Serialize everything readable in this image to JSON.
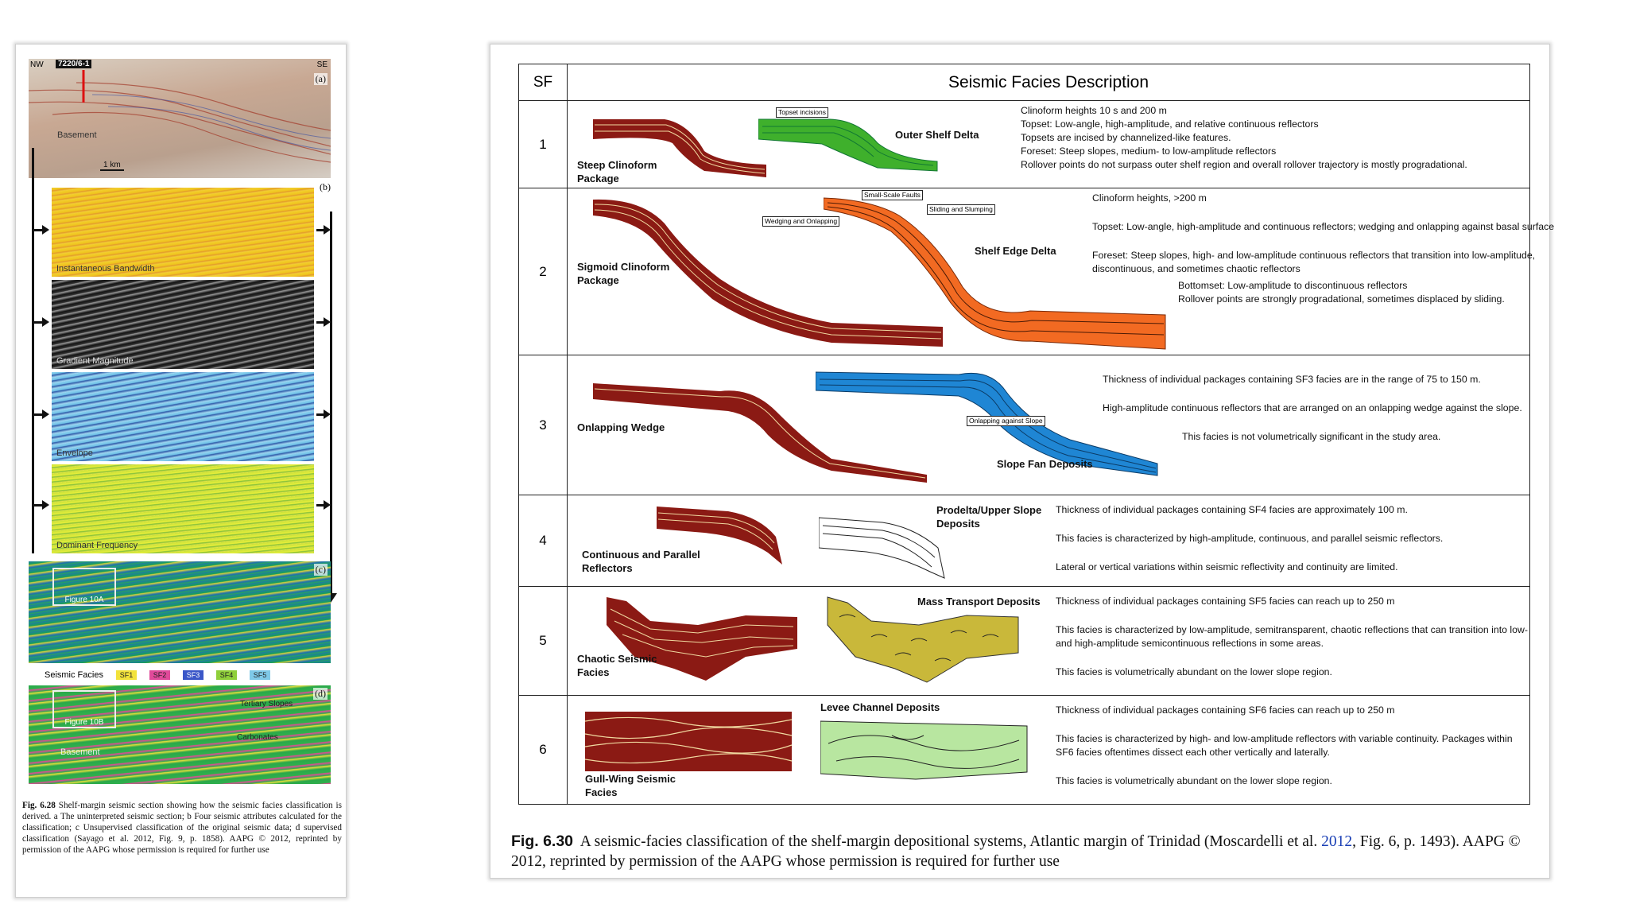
{
  "left_figure": {
    "well_label": "7220/6-1",
    "nw": "NW",
    "se": "SE",
    "panel_a": "(a)",
    "panel_b": "(b)",
    "panel_c": "(c)",
    "panel_d": "(d)",
    "basement": "Basement",
    "scale": "1 km",
    "attributes": [
      "Instantaneous Bandwidth",
      "Gradient Magnitude",
      "Envelope",
      "Dominant Frequency"
    ],
    "figure_10a": "Figure 10A",
    "figure_10b": "Figure 10B",
    "seismic_facies_label": "Seismic Facies",
    "facies_chips": [
      "SF1",
      "SF2",
      "SF3",
      "SF4",
      "SF5"
    ],
    "facies_colors": [
      "#f2e23a",
      "#e04a9a",
      "#3b57c8",
      "#8fcf3a",
      "#7fc9e8"
    ],
    "tertiary_slopes": "Tertiary Slopes",
    "carbonates": "Carbonates",
    "basement_d": "Basement",
    "caption_label": "Fig. 6.28",
    "caption_text": "Shelf-margin seismic section showing how the seismic facies classification is derived. a The uninterpreted seismic section; b Four seismic attributes calculated for the classification; c Unsupervised classification of the original seismic data; d supervised classification (Sayago et al. 2012, Fig. 9, p. 1858). AAPG © 2012, reprinted by permission of the AAPG whose permission is required for further use"
  },
  "right_figure": {
    "header_sf": "SF",
    "header_desc": "Seismic Facies Description",
    "rows": [
      {
        "num": "1",
        "left_name": "Steep Clinoform\nPackage",
        "right_name": "Outer Shelf Delta",
        "callouts": [
          "Topset incisions"
        ],
        "desc": [
          "Clinoform heights 10 s and 200 m",
          "Topset: Low-angle, high-amplitude, and relative continuous reflectors",
          "Topsets are incised by channelized-like features.",
          "Foreset: Steep slopes, medium- to low-amplitude reflectors",
          "Rollover points do not surpass outer shelf region and overall rollover trajectory is mostly progradational."
        ]
      },
      {
        "num": "2",
        "left_name": "Sigmoid Clinoform\nPackage",
        "right_name": "Shelf Edge Delta",
        "callouts": [
          "Small-Scale Faults",
          "Wedging and Onlapping",
          "Sliding and Slumping"
        ],
        "desc": [
          "Clinoform heights, >200 m",
          "Topset: Low-angle, high-amplitude and continuous reflectors; wedging and onlapping against basal surface",
          "Foreset: Steep slopes, high- and low-amplitude continuous reflectors that transition into low-amplitude, discontinuous, and sometimes chaotic reflectors",
          "Bottomset: Low-amplitude to discontinuous reflectors\nRollover points are strongly progradational, sometimes displaced by sliding."
        ]
      },
      {
        "num": "3",
        "left_name": "Onlapping Wedge",
        "right_name": "Slope Fan Deposits",
        "callouts": [
          "Onlapping against Slope"
        ],
        "desc": [
          "Thickness of individual packages containing SF3 facies are in the range of 75 to 150 m.",
          "High-amplitude continuous reflectors that are arranged on an onlapping wedge against the slope.",
          "This facies is not volumetrically significant in the study area."
        ]
      },
      {
        "num": "4",
        "left_name": "Continuous and Parallel\nReflectors",
        "right_name": "Prodelta/Upper Slope\nDeposits",
        "callouts": [],
        "desc": [
          "Thickness of individual packages containing SF4 facies are approximately 100 m.",
          "This facies is characterized by high-amplitude, continuous, and parallel seismic reflectors.",
          "Lateral or vertical variations within seismic reflectivity and continuity are limited."
        ]
      },
      {
        "num": "5",
        "left_name": "Chaotic Seismic\nFacies",
        "right_name": "Mass Transport Deposits",
        "callouts": [],
        "desc": [
          "Thickness of individual packages containing SF5 facies can reach up to 250 m",
          "This facies is characterized by low-amplitude, semitransparent, chaotic reflections that can transition into low- and high-amplitude semicontinuous reflections in some areas.",
          "This facies is volumetrically abundant on the lower slope region."
        ]
      },
      {
        "num": "6",
        "left_name": "Gull-Wing Seismic\nFacies",
        "right_name": "Levee Channel Deposits",
        "callouts": [],
        "desc": [
          "Thickness of individual packages containing SF6 facies can reach up to 250 m",
          "This facies is characterized by high- and low-amplitude reflectors with variable continuity. Packages within SF6 facies oftentimes dissect each other vertically and laterally.",
          "This facies is volumetrically abundant on the lower slope region."
        ]
      }
    ],
    "facies_colors": {
      "outer_shelf": "#3fb02c",
      "shelf_edge": "#f26a22",
      "slope_fan": "#1f86d4",
      "mass_transport": "#c9b83a",
      "levee": "#b8e6a0",
      "seismic": "#8b1a14"
    },
    "caption_label": "Fig. 6.30",
    "caption_text_1": "A seismic-facies classification of the shelf-margin depositional systems, Atlantic margin of Trinidad (Moscardelli et al.",
    "caption_year": "2012",
    "caption_text_2": ", Fig. 6, p. 1493). AAPG © 2012, reprinted by permission of the AAPG whose permission is required for further use"
  }
}
